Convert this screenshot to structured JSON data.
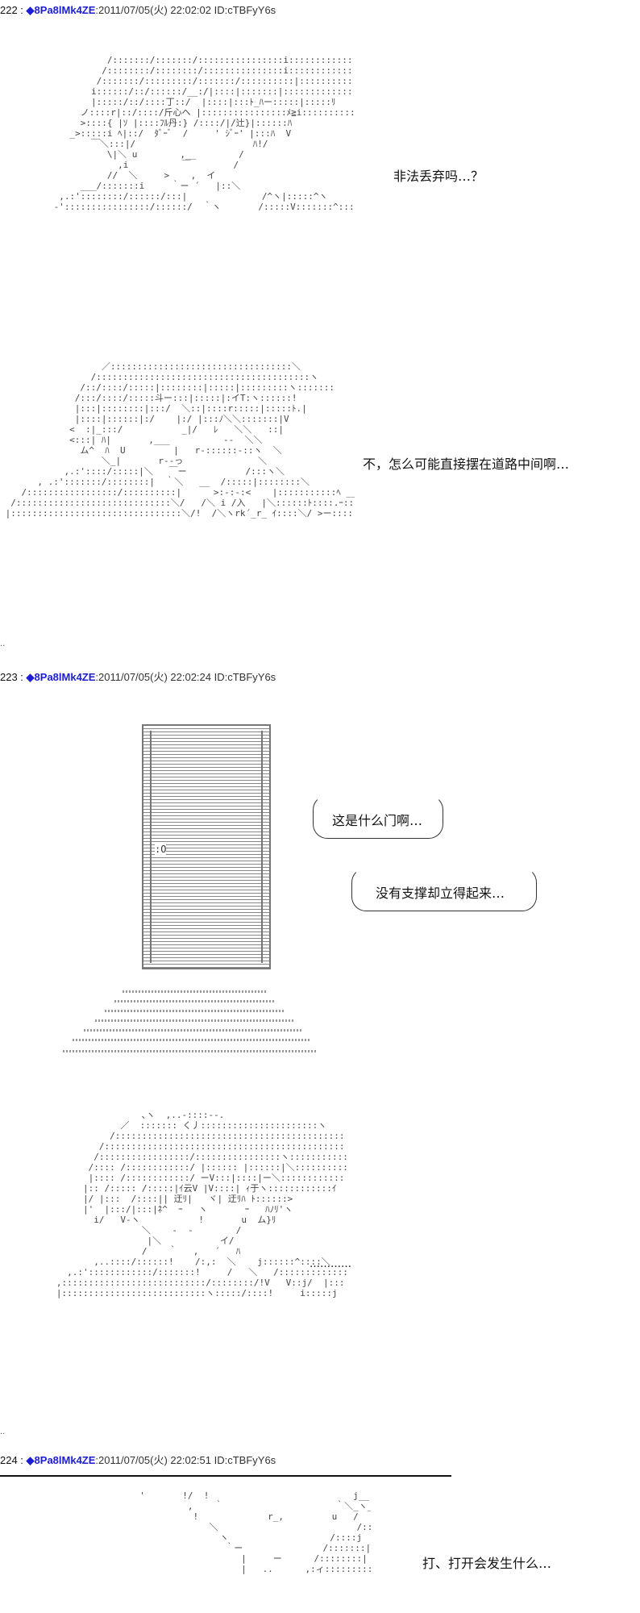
{
  "posts": [
    {
      "number": "222 :",
      "name": "◆8Pa8lMk4ZE",
      "datetime": ":2011/07/05(火) 22:02:02 ID:cTBFyY6s",
      "lines": [
        "非法丢弃吗…？",
        "不，怎么可能直接摆在道路中间啊…"
      ]
    },
    {
      "number": "223 :",
      "name": "◆8Pa8lMk4ZE",
      "datetime": ":2011/07/05(火) 22:02:24 ID:cTBFyY6s",
      "lines": [
        "这是什么门啊…",
        "没有支撑却立得起来…",
        "…………"
      ]
    },
    {
      "number": "224 :",
      "name": "◆8Pa8lMk4ZE",
      "datetime": ":2011/07/05(火) 22:02:51 ID:cTBFyY6s",
      "lines": [
        "打、打开会发生什么…"
      ]
    }
  ],
  "ellipsis": "..",
  "colors": {
    "name": "#1d1dd6",
    "text": "#111111",
    "art": "#444444"
  }
}
